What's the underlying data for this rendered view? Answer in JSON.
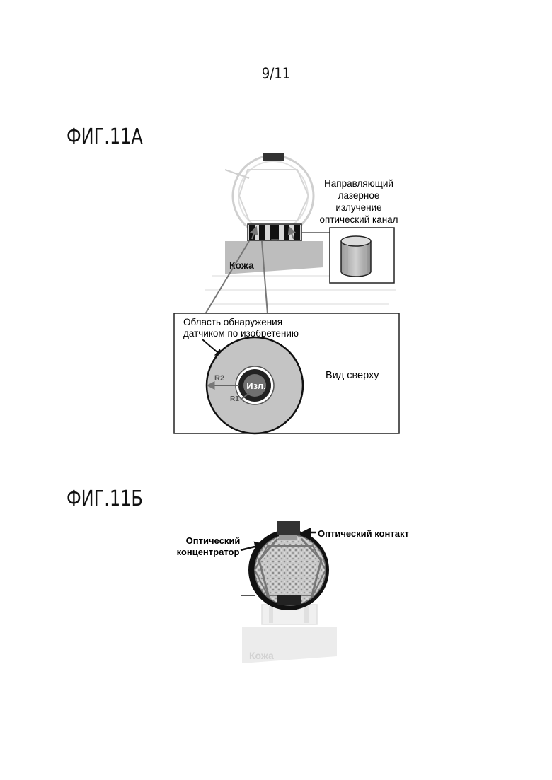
{
  "page_number": "9/11",
  "figure_a": {
    "title": "ФИГ.11А",
    "guide_label": [
      "Направляющий",
      "лазерное",
      "излучение",
      "оптический канал"
    ],
    "skin_label": "Кожа",
    "detection_label": [
      "Область обнаружения",
      "датчиком по изобретению"
    ],
    "top_view_label": "Вид сверху",
    "r2_label": "R2",
    "r1_label": "R1",
    "emitter_label": "Изл."
  },
  "figure_b": {
    "title": "ФИГ.11Б",
    "concentrator_label": [
      "Оптический",
      "концентратор"
    ],
    "contact_label": "Оптический контакт",
    "skin_label": "Кожа"
  },
  "colors": {
    "ink": "#111111",
    "gray_fill": "#bdbdbd",
    "light_gray": "#e2e2e2",
    "faint": "#d4d4d4"
  }
}
